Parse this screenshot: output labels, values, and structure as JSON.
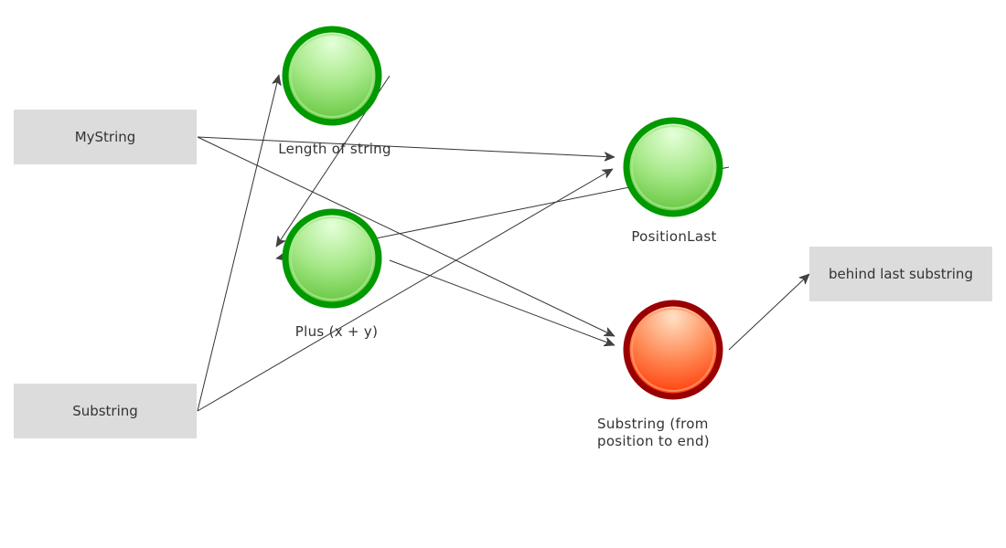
{
  "inputs": [
    {
      "id": "mystring",
      "label": "MyString"
    },
    {
      "id": "substring",
      "label": "Substring"
    }
  ],
  "operations": [
    {
      "id": "length",
      "label": "Length of string",
      "status": "ok"
    },
    {
      "id": "plus",
      "label": "Plus (x + y)",
      "status": "ok"
    },
    {
      "id": "positionlast",
      "label": "PositionLast",
      "status": "ok"
    },
    {
      "id": "substrfrom",
      "label_line1": "Substring (from",
      "label_line2": "position to end)",
      "status": "error"
    }
  ],
  "outputs": [
    {
      "id": "behind",
      "label": "behind last substring"
    }
  ],
  "edges": [
    {
      "from": "mystring",
      "to": "positionlast"
    },
    {
      "from": "mystring",
      "to": "substrfrom"
    },
    {
      "from": "substring",
      "to": "length"
    },
    {
      "from": "substring",
      "to": "positionlast"
    },
    {
      "from": "length",
      "to": "plus"
    },
    {
      "from": "positionlast",
      "to": "plus"
    },
    {
      "from": "plus",
      "to": "substrfrom"
    },
    {
      "from": "substrfrom",
      "to": "behind"
    }
  ],
  "colors": {
    "ok_ring": "#009900",
    "error_ring": "#990000",
    "box": "#dcdcdc",
    "edge": "#333333"
  }
}
